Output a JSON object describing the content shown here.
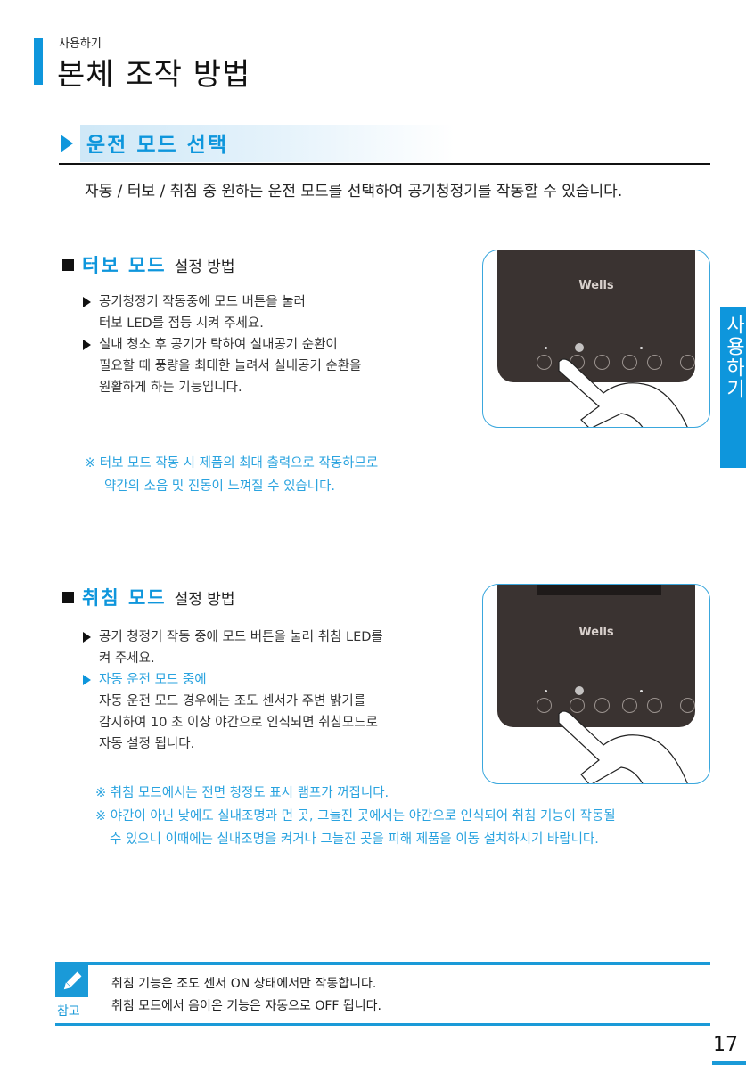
{
  "header": {
    "breadcrumb": "사용하기",
    "title": "본체 조작 방법"
  },
  "section": {
    "title": "운전 모드 선택",
    "description": "자동 / 터보 / 취침 중 원하는 운전 모드를 선택하여 공기청정기를 작동할 수 있습니다."
  },
  "turbo": {
    "mode_name": "터보 모드",
    "heading_suffix": "설정 방법",
    "bullets": [
      {
        "line1": "공기청정기 작동중에 모드 버튼을 눌러",
        "line2": "터보 LED를 점등 시켜 주세요."
      },
      {
        "line1": "실내 청소 후 공기가 탁하여 실내공기 순환이",
        "line2": "필요할 때 풍량을 최대한 늘려서 실내공기 순환을",
        "line3": "원활하게 하는 기능입니다."
      }
    ],
    "note": {
      "line1": "※ 터보 모드 작동 시 제품의 최대 출력으로 작동하므로",
      "line2": "약간의 소음 및 진동이 느껴질 수 있습니다."
    },
    "image_logo": "Wells"
  },
  "sleep": {
    "mode_name": "취침 모드",
    "heading_suffix": "설정 방법",
    "bullet1": {
      "line1": "공기 청정기 작동 중에 모드 버튼을 눌러 취침 LED를",
      "line2": "켜 주세요."
    },
    "bullet2": {
      "title": "자동 운전 모드 중에",
      "line1": "자동 운전 모드 경우에는 조도 센서가 주변 밝기를",
      "line2": "감지하여 10 초 이상 야간으로 인식되면 취침모드로",
      "line3": "자동 설정 됩니다."
    },
    "notes": [
      "※ 취침 모드에서는 전면 청정도 표시 램프가 꺼집니다.",
      "※ 야간이 아닌 낮에도 실내조명과 먼 곳, 그늘진 곳에서는 야간으로 인식되어 취침 기능이 작동될",
      "수 있으니 이때에는 실내조명을 켜거나 그늘진 곳을 피해 제품을 이동 설치하시기 바랍니다."
    ],
    "image_logo": "Wells"
  },
  "side_tab": "사용하기",
  "reference": {
    "label": "참고",
    "lines": [
      "취침 기능은 조도 센서 ON 상태에서만 작동합니다.",
      "취침 모드에서 음이온 기능은 자동으로 OFF 됩니다."
    ]
  },
  "page_number": "17"
}
